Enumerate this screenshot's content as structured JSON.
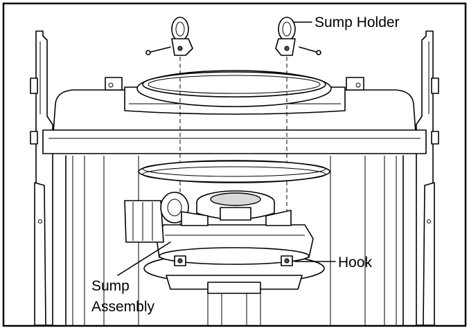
{
  "labels": {
    "sump_holder": "Sump Holder",
    "hook": "Hook",
    "sump_assembly_line1": "Sump",
    "sump_assembly_line2": "Assembly"
  }
}
